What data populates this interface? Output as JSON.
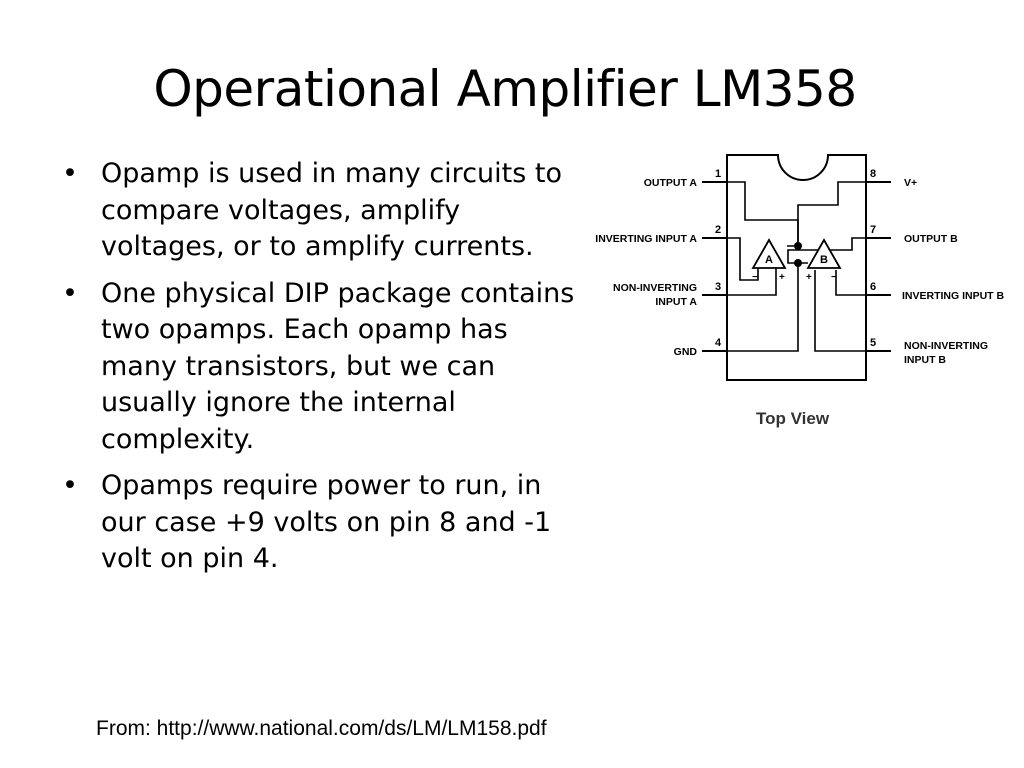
{
  "slide": {
    "title": "Operational Amplifier LM358",
    "bullets": [
      "Opamp is used in many circuits to compare voltages, amplify voltages, or to amplify currents.",
      "One physical DIP package contains two opamps. Each opamp has many transistors, but we can usually ignore the internal complexity.",
      "Opamps require power to run, in our case +9 volts on pin 8 and -1 volt on pin 4."
    ],
    "bullet_marker": "•",
    "source": "From: http://www.national.com/ds/LM/LM158.pdf"
  },
  "diagram": {
    "pins": {
      "p1": {
        "number": "1",
        "label": "OUTPUT A"
      },
      "p2": {
        "number": "2",
        "label": "INVERTING INPUT A"
      },
      "p3": {
        "number": "3",
        "label_line1": "NON-INVERTING",
        "label_line2": "INPUT A"
      },
      "p4": {
        "number": "4",
        "label": "GND"
      },
      "p5": {
        "number": "5",
        "label_line1": "NON-INVERTING",
        "label_line2": "INPUT B"
      },
      "p6": {
        "number": "6",
        "label": "INVERTING INPUT B"
      },
      "p7": {
        "number": "7",
        "label": "OUTPUT B"
      },
      "p8": {
        "number": "8",
        "label": "V+"
      }
    },
    "amplifiers": {
      "a": "A",
      "b": "B"
    },
    "signs": {
      "minus": "−",
      "plus": "+"
    },
    "view_label": "Top View"
  }
}
